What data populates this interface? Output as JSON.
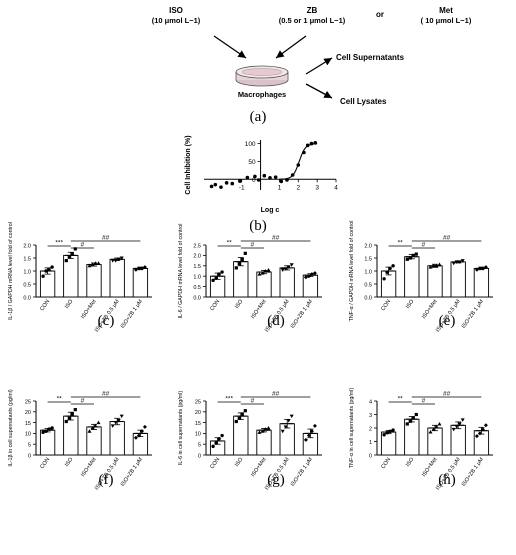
{
  "schematic": {
    "label": "(a)",
    "iso_text": [
      "ISO",
      "(10 μmol L−1)"
    ],
    "zb_text": [
      "ZB",
      "(0.5 or 1 μmol L−1)"
    ],
    "or_text": "or",
    "met_text": [
      "Met",
      "( 10 μmol L−1)"
    ],
    "dish_label": "Macrophages",
    "out_top": "Cell Supernatants",
    "out_bottom": "Cell Lysates"
  },
  "chart_data": [
    {
      "panel": "(b)",
      "type": "scatter",
      "xlabel": "Log c",
      "ylabel": "Cell Inhibition (%)",
      "xlim": [
        -3,
        4
      ],
      "ylim": [
        -30,
        110
      ],
      "xticks": [
        -1,
        1,
        2,
        3,
        4
      ],
      "yticks": [
        0,
        50,
        100
      ],
      "points": [
        [
          -2.6,
          -20
        ],
        [
          -2.4,
          -15
        ],
        [
          -2.1,
          -22
        ],
        [
          -1.8,
          -10
        ],
        [
          -1.5,
          -12
        ],
        [
          -1.1,
          -5
        ],
        [
          -0.7,
          5
        ],
        [
          -0.3,
          8
        ],
        [
          -0.1,
          -2
        ],
        [
          0.2,
          10
        ],
        [
          0.5,
          4
        ],
        [
          0.8,
          6
        ],
        [
          1.1,
          -6
        ],
        [
          1.4,
          -2
        ],
        [
          1.7,
          12
        ],
        [
          2.0,
          40
        ],
        [
          2.3,
          75
        ],
        [
          2.5,
          95
        ],
        [
          2.7,
          100
        ],
        [
          2.9,
          102
        ]
      ],
      "curve": "sigmoid"
    },
    {
      "panel": "(c)",
      "type": "bar",
      "ylabel": "IL-1β / GAPDH mRNA level fold of control",
      "categories": [
        "CON",
        "ISO",
        "ISO+Met",
        "ISO+ZB 0.5 μM",
        "ISO+ZB 1 μM"
      ],
      "values": [
        1.0,
        1.6,
        1.25,
        1.45,
        1.1
      ],
      "errors": [
        0.12,
        0.12,
        0.06,
        0.05,
        0.05
      ],
      "points": [
        [
          0.8,
          1.0,
          1.05,
          1.15
        ],
        [
          1.4,
          1.55,
          1.65,
          1.85
        ],
        [
          1.2,
          1.25,
          1.3,
          1.3
        ],
        [
          1.4,
          1.4,
          1.45,
          1.5
        ],
        [
          1.05,
          1.1,
          1.1,
          1.15
        ]
      ],
      "ylim": [
        0,
        2.0
      ],
      "yticks": [
        0.0,
        0.5,
        1.0,
        1.5,
        2.0
      ],
      "ytick_labels": [
        "0.0",
        "0.5",
        "1.0",
        "1.5",
        "2.0"
      ],
      "sig": [
        {
          "from": 0,
          "to": 1,
          "label": "***"
        },
        {
          "from": 1,
          "to": 2,
          "label": "#"
        },
        {
          "from": 1,
          "to": 4,
          "label": "##"
        }
      ]
    },
    {
      "panel": "(d)",
      "type": "bar",
      "ylabel": "IL-6 / GAPDH mRNA level fold of control",
      "categories": [
        "CON",
        "ISO",
        "ISO+Met",
        "ISO+ZB 0.5 μM",
        "ISO+ZB 1 μM"
      ],
      "values": [
        1.0,
        1.7,
        1.2,
        1.4,
        1.05
      ],
      "errors": [
        0.15,
        0.2,
        0.08,
        0.1,
        0.07
      ],
      "points": [
        [
          0.8,
          0.9,
          1.1,
          1.2
        ],
        [
          1.4,
          1.6,
          1.8,
          2.1
        ],
        [
          1.1,
          1.15,
          1.25,
          1.3
        ],
        [
          1.3,
          1.35,
          1.45,
          1.55
        ],
        [
          0.95,
          1.0,
          1.1,
          1.15
        ]
      ],
      "ylim": [
        0,
        2.5
      ],
      "yticks": [
        0.0,
        0.5,
        1.0,
        1.5,
        2.0,
        2.5
      ],
      "ytick_labels": [
        "0.0",
        "0.5",
        "1.0",
        "1.5",
        "2.0",
        "2.5"
      ],
      "sig": [
        {
          "from": 0,
          "to": 1,
          "label": "**"
        },
        {
          "from": 1,
          "to": 2,
          "label": "#"
        },
        {
          "from": 1,
          "to": 4,
          "label": "##"
        }
      ]
    },
    {
      "panel": "(e)",
      "type": "bar",
      "ylabel": "TNF-α / GAPDH mRNA level fold of control",
      "categories": [
        "CON",
        "ISO",
        "ISO+Met",
        "ISO+ZB 0.5 μM",
        "ISO+ZB 1 μM"
      ],
      "values": [
        1.0,
        1.55,
        1.2,
        1.35,
        1.1
      ],
      "errors": [
        0.15,
        0.08,
        0.06,
        0.04,
        0.05
      ],
      "points": [
        [
          0.7,
          0.95,
          1.1,
          1.2
        ],
        [
          1.45,
          1.5,
          1.6,
          1.65
        ],
        [
          1.15,
          1.2,
          1.2,
          1.25
        ],
        [
          1.3,
          1.35,
          1.35,
          1.4
        ],
        [
          1.05,
          1.1,
          1.1,
          1.15
        ]
      ],
      "ylim": [
        0,
        2.0
      ],
      "yticks": [
        0.0,
        0.5,
        1.0,
        1.5,
        2.0
      ],
      "ytick_labels": [
        "0.0",
        "0.5",
        "1.0",
        "1.5",
        "2.0"
      ],
      "sig": [
        {
          "from": 0,
          "to": 1,
          "label": "**"
        },
        {
          "from": 1,
          "to": 2,
          "label": "#"
        },
        {
          "from": 1,
          "to": 4,
          "label": "##"
        }
      ]
    },
    {
      "panel": "(f)",
      "type": "bar",
      "ylabel": "IL-1β in cell supernatants (pg/ml)",
      "categories": [
        "CON",
        "ISO",
        "ISO+Met",
        "ISO+ZB 0.5 μM",
        "ISO+ZB 1 μM"
      ],
      "values": [
        11.5,
        18,
        13,
        15.5,
        10
      ],
      "errors": [
        0.8,
        1.8,
        1.2,
        1.5,
        1.5
      ],
      "points": [
        [
          10.5,
          11,
          12,
          12.5
        ],
        [
          15.5,
          17,
          19,
          21
        ],
        [
          11,
          12.5,
          13.5,
          15
        ],
        [
          13.5,
          15,
          16,
          18
        ],
        [
          8,
          9,
          11,
          13
        ]
      ],
      "ylim": [
        0,
        25
      ],
      "yticks": [
        0,
        5,
        10,
        15,
        20,
        25
      ],
      "ytick_labels": [
        "0",
        "5",
        "10",
        "15",
        "20",
        "25"
      ],
      "sig": [
        {
          "from": 0,
          "to": 1,
          "label": "**"
        },
        {
          "from": 1,
          "to": 2,
          "label": "#"
        },
        {
          "from": 1,
          "to": 4,
          "label": "##"
        }
      ]
    },
    {
      "panel": "(g)",
      "type": "bar",
      "ylabel": "IL-6 in cell supernatants (pg/ml)",
      "categories": [
        "CON",
        "ISO",
        "ISO+Met",
        "ISO+ZB 0.5 μM",
        "ISO+ZB 1 μM"
      ],
      "values": [
        6.5,
        18,
        11.5,
        14.5,
        10
      ],
      "errors": [
        1.5,
        1.5,
        0.8,
        2.0,
        2.0
      ],
      "points": [
        [
          4,
          5.5,
          7.5,
          9
        ],
        [
          15.5,
          17,
          19,
          20.5
        ],
        [
          10.5,
          11,
          12,
          12.5
        ],
        [
          11,
          13,
          16,
          18
        ],
        [
          7,
          9,
          11,
          13.5
        ]
      ],
      "ylim": [
        0,
        25
      ],
      "yticks": [
        0,
        5,
        10,
        15,
        20,
        25
      ],
      "ytick_labels": [
        "0",
        "5",
        "10",
        "15",
        "20",
        "25"
      ],
      "sig": [
        {
          "from": 0,
          "to": 1,
          "label": "***"
        },
        {
          "from": 1,
          "to": 2,
          "label": "#"
        },
        {
          "from": 1,
          "to": 4,
          "label": "##"
        }
      ]
    },
    {
      "panel": "(h)",
      "type": "bar",
      "ylabel": "TNF-α in cell supernatants (pg/ml)",
      "categories": [
        "CON",
        "ISO",
        "ISO+Met",
        "ISO+ZB 0.5 μM",
        "ISO+ZB 1 μM"
      ],
      "values": [
        1.7,
        2.65,
        2.0,
        2.2,
        1.8
      ],
      "errors": [
        0.12,
        0.2,
        0.2,
        0.25,
        0.25
      ],
      "points": [
        [
          1.5,
          1.65,
          1.75,
          1.85
        ],
        [
          2.3,
          2.5,
          2.75,
          3.0
        ],
        [
          1.7,
          1.9,
          2.1,
          2.3
        ],
        [
          1.9,
          2.1,
          2.3,
          2.6
        ],
        [
          1.4,
          1.6,
          1.9,
          2.2
        ]
      ],
      "ylim": [
        0,
        4
      ],
      "yticks": [
        0,
        1,
        2,
        3,
        4
      ],
      "ytick_labels": [
        "0",
        "1",
        "2",
        "3",
        "4"
      ],
      "sig": [
        {
          "from": 0,
          "to": 1,
          "label": "**"
        },
        {
          "from": 1,
          "to": 2,
          "label": "#"
        },
        {
          "from": 1,
          "to": 4,
          "label": "##"
        }
      ]
    }
  ]
}
